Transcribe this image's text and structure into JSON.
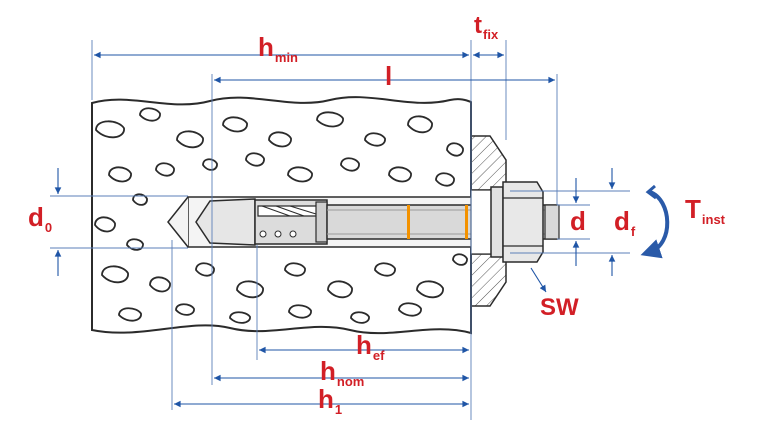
{
  "colors": {
    "label_red": "#d21f26",
    "dimension_blue": "#1f55a6",
    "concrete_outline": "#2b2b2b",
    "metal_fill": "#d9d9d9",
    "marker_orange": "#f39200"
  },
  "labels": {
    "h_min": {
      "main": "h",
      "sub": "min"
    },
    "t_fix": {
      "main": "t",
      "sub": "fix"
    },
    "l": {
      "main": "l"
    },
    "d0": {
      "main": "d",
      "sub": "0"
    },
    "d": {
      "main": "d"
    },
    "d_f": {
      "main": "d",
      "sub": "f"
    },
    "t_inst": {
      "main": "T",
      "sub": "inst"
    },
    "sw": {
      "main": "SW"
    },
    "h_ef": {
      "main": "h",
      "sub": "ef"
    },
    "h_nom": {
      "main": "h",
      "sub": "nom"
    },
    "h1": {
      "main": "h",
      "sub": "1"
    }
  }
}
